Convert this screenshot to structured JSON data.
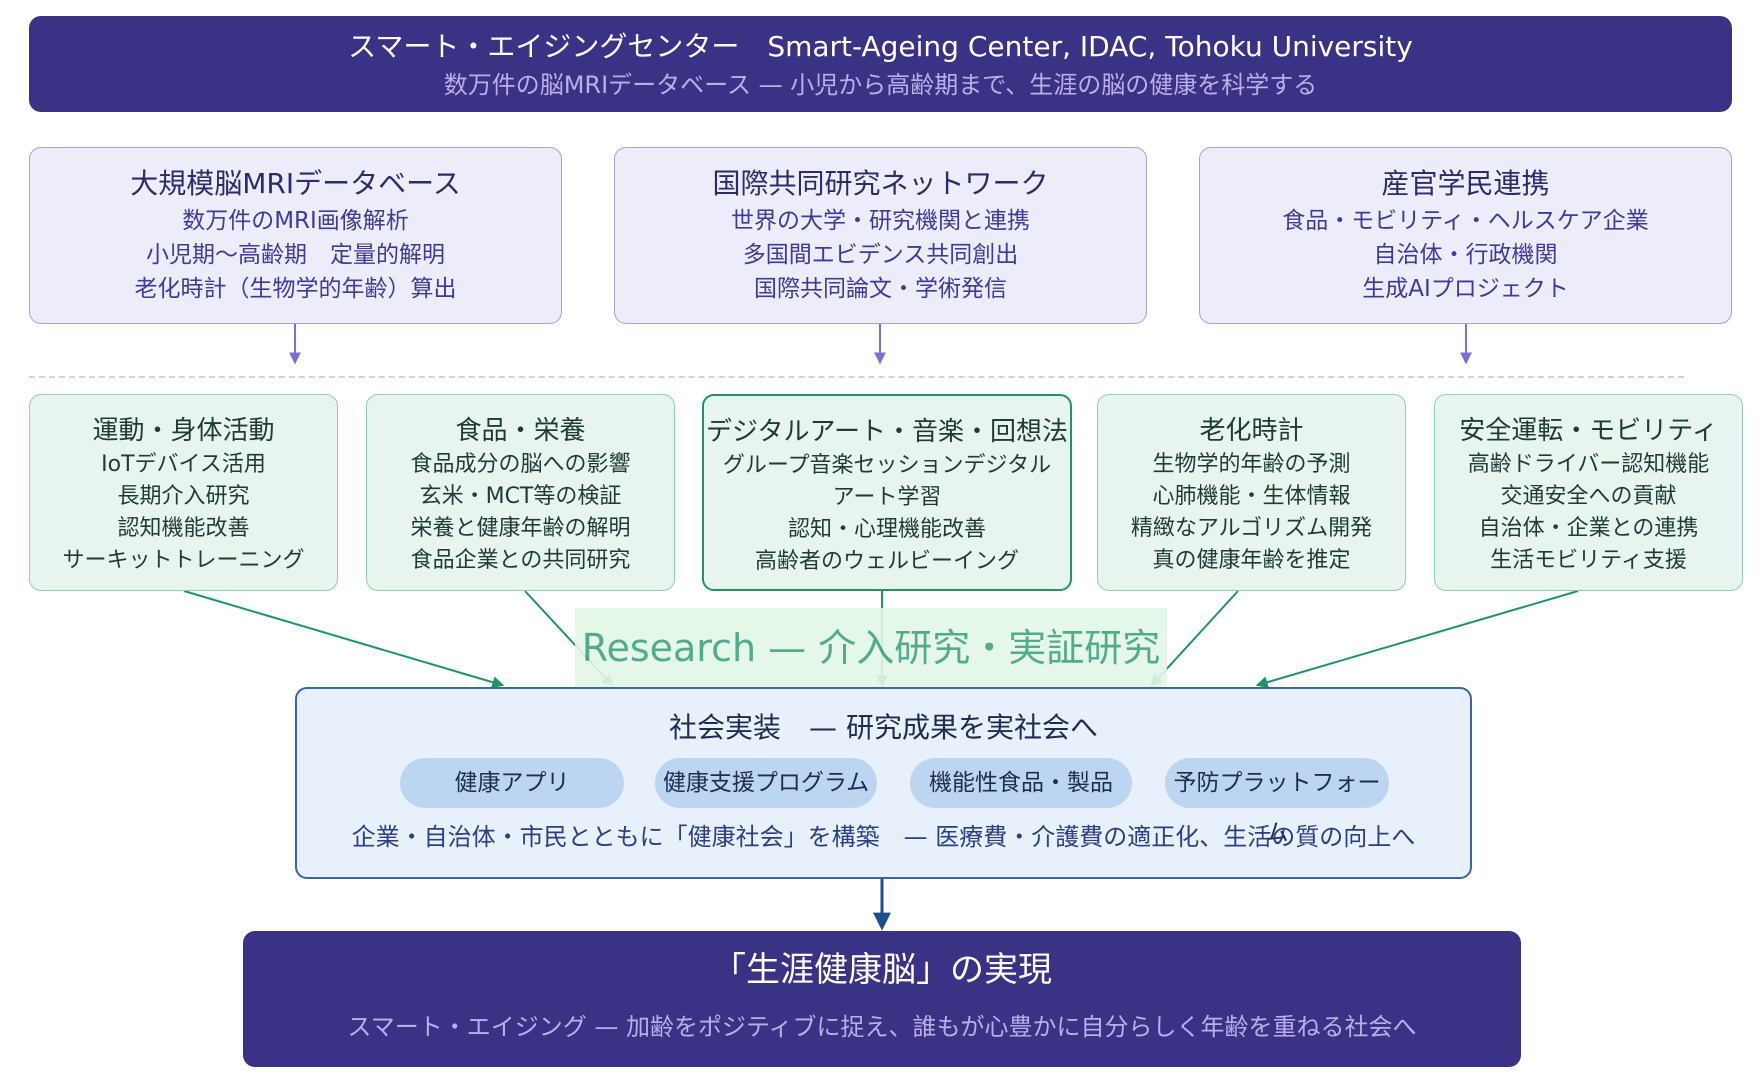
{
  "header": {
    "title": "スマート・エイジングセンター　Smart-Ageing Center, IDAC, Tohoku University",
    "subtitle": "数万件の脳MRIデータベース — 小児から高齢期まで、生涯の脳の健康を科学する"
  },
  "top_boxes": [
    {
      "title": "大規模脳MRIデータベース",
      "lines": [
        "数万件のMRI画像解析",
        "小児期〜高齢期　定量的解明",
        "老化時計（生物学的年齢）算出"
      ]
    },
    {
      "title": "国際共同研究ネットワーク",
      "lines": [
        "世界の大学・研究機関と連携",
        "多国間エビデンス共同創出",
        "国際共同論文・学術発信"
      ]
    },
    {
      "title": "産官学民連携",
      "lines": [
        "食品・モビリティ・ヘルスケア企業",
        "自治体・行政機関",
        "生成AIプロジェクト"
      ]
    }
  ],
  "research_boxes": [
    {
      "title": "運動・身体活動",
      "lines": [
        "IoTデバイス活用",
        "長期介入研究",
        "認知機能改善",
        "サーキットトレーニング"
      ]
    },
    {
      "title": "食品・栄養",
      "lines": [
        "食品成分の脳への影響",
        "玄米・MCT等の検証",
        "栄養と健康年齢の解明",
        "食品企業との共同研究"
      ]
    },
    {
      "title": "デジタルアート・音楽・回想法",
      "lines": [
        "グループ音楽セッションデジタル",
        "アート学習",
        "認知・心理機能改善",
        "高齢者のウェルビーイング"
      ]
    },
    {
      "title": "老化時計",
      "lines": [
        "生物学的年齢の予測",
        "心肺機能・生体情報",
        "精緻なアルゴリズム開発",
        "真の健康年齢を推定"
      ]
    },
    {
      "title": "安全運転・モビリティ",
      "lines": [
        "高齢ドライバー認知機能",
        "交通安全への貢献",
        "自治体・企業との連携",
        "生活モビリティ支援"
      ]
    }
  ],
  "research_label": "Research — 介入研究・実証研究",
  "implementation": {
    "title": "社会実装　— 研究成果を実社会へ",
    "pills": [
      "健康アプリ",
      "健康支援プログラム",
      "機能性食品・製品",
      "予防プラットフォーム"
    ],
    "footer": "企業・自治体・市民とともに「健康社会」を構築　— 医療費・介護費の適正化、生活の質の向上へ"
  },
  "bottom": {
    "title": "「生涯健康脳」の実現",
    "subtitle": "スマート・エイジング — 加齢をポジティブに捉え、誰もが心豊かに自分らしく年齢を重ねる社会へ"
  },
  "colors": {
    "banner": "#3b3285",
    "purple_box": "#ececfb",
    "green_box": "#e7f5ee",
    "green_arrow": "#1f9466",
    "purple_arrow": "#7b6fd6",
    "impl_box": "#e7f0fb",
    "navy_arrow": "#1f4e8c"
  }
}
